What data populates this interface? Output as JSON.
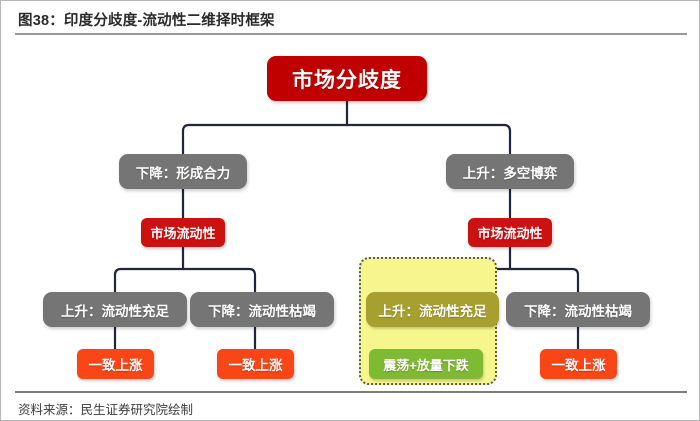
{
  "figure": {
    "title": "图38：印度分歧度-流动性二维择时框架",
    "source": "资料来源：民生证券研究院绘制"
  },
  "colors": {
    "root_red": "#c00000",
    "node_red": "#cc1111",
    "node_gray": "#757575",
    "node_orange": "#fa4616",
    "node_olive": "#a8a02e",
    "node_green": "#7fba33",
    "highlight_fill": "#f6f68c",
    "highlight_border": "#5a5a5a",
    "connector": "#22263c",
    "title_text": "#2a2a2a",
    "rule": "#9a9a9a"
  },
  "diagram": {
    "type": "tree",
    "root": {
      "label": "市场分歧度"
    },
    "level2": [
      {
        "label": "下降：形成合力",
        "side": "left"
      },
      {
        "label": "上升：多空博弈",
        "side": "right"
      }
    ],
    "level3": [
      {
        "label": "市场流动性",
        "side": "left"
      },
      {
        "label": "市场流动性",
        "side": "right"
      }
    ],
    "level4": [
      {
        "label": "上升：流动性充足",
        "side": "left",
        "style": "gray"
      },
      {
        "label": "下降：流动性枯竭",
        "side": "left",
        "style": "gray"
      },
      {
        "label": "上升：流动性充足",
        "side": "right",
        "style": "olive",
        "highlighted": true
      },
      {
        "label": "下降：流动性枯竭",
        "side": "right",
        "style": "gray"
      }
    ],
    "level5": [
      {
        "label": "一致上涨",
        "side": "left",
        "style": "orange"
      },
      {
        "label": "一致上涨",
        "side": "left",
        "style": "orange"
      },
      {
        "label": "震荡+放量下跌",
        "side": "right",
        "style": "green",
        "highlighted": true
      },
      {
        "label": "一致上涨",
        "side": "right",
        "style": "orange"
      }
    ]
  }
}
